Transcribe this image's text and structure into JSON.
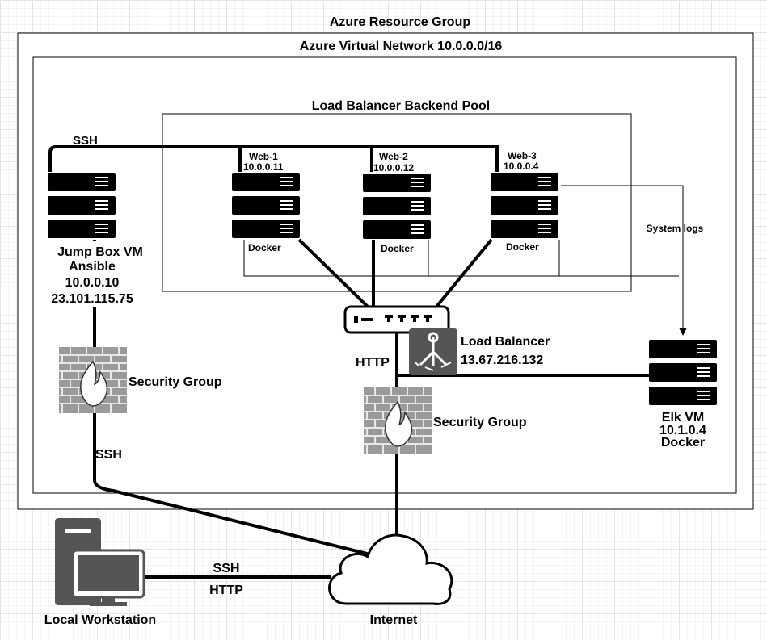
{
  "groups": {
    "resource_group": "Azure Resource Group",
    "virtual_network": "Azure Virtual Network 10.0.0.0/16",
    "backend_pool": "Load Balancer Backend Pool"
  },
  "jumpbox": {
    "name": "Jump Box VM",
    "role": "Ansible",
    "private_ip": "10.0.0.10",
    "public_ip": "23.101.115.75"
  },
  "web_servers": [
    {
      "name": "Web-1",
      "ip": "10.0.0.11",
      "container": "Docker"
    },
    {
      "name": "Web-2",
      "ip": "10.0.0.12",
      "container": "Docker"
    },
    {
      "name": "Web-3",
      "ip": "10.0.0.4",
      "container": "Docker"
    }
  ],
  "load_balancer": {
    "name": "Load Balancer",
    "ip": "13.67.216.132"
  },
  "elk": {
    "name": "Elk VM",
    "ip": "10.1.0.4",
    "container": "Docker"
  },
  "security_groups": {
    "left": "Security Group",
    "right": "Security Group"
  },
  "connections": {
    "ssh_top": "SSH",
    "ssh_jumpbox": "SSH",
    "http_lb": "HTTP",
    "workstation_ssh": "SSH",
    "workstation_http": "HTTP",
    "system_logs": "System logs"
  },
  "workstation": {
    "label": "Local Workstation"
  },
  "internet": {
    "label": "Internet"
  }
}
